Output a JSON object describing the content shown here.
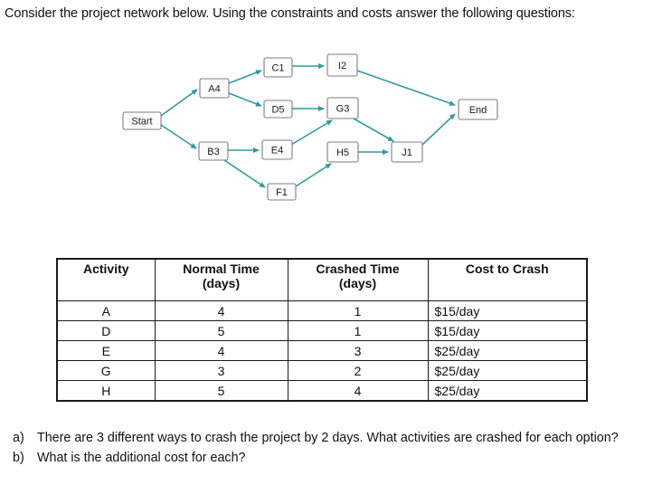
{
  "title": "Consider the project network below. Using the constraints and costs answer the following questions:",
  "network": {
    "nodes": [
      {
        "id": "start",
        "label": "Start"
      },
      {
        "id": "a4",
        "label": "A4"
      },
      {
        "id": "b3",
        "label": "B3"
      },
      {
        "id": "c1",
        "label": "C1"
      },
      {
        "id": "d5",
        "label": "D5"
      },
      {
        "id": "e4",
        "label": "E4"
      },
      {
        "id": "f1",
        "label": "F1"
      },
      {
        "id": "i2",
        "label": "I2"
      },
      {
        "id": "g3",
        "label": "G3"
      },
      {
        "id": "h5",
        "label": "H5"
      },
      {
        "id": "j1",
        "label": "J1"
      },
      {
        "id": "end",
        "label": "End"
      }
    ],
    "edges": [
      {
        "from": "Start",
        "to": "A4"
      },
      {
        "from": "Start",
        "to": "B3"
      },
      {
        "from": "A4",
        "to": "C1"
      },
      {
        "from": "A4",
        "to": "D5"
      },
      {
        "from": "C1",
        "to": "I2"
      },
      {
        "from": "D5",
        "to": "G3"
      },
      {
        "from": "B3",
        "to": "E4"
      },
      {
        "from": "B3",
        "to": "F1"
      },
      {
        "from": "E4",
        "to": "G3"
      },
      {
        "from": "F1",
        "to": "H5"
      },
      {
        "from": "G3",
        "to": "J1"
      },
      {
        "from": "H5",
        "to": "J1"
      },
      {
        "from": "I2",
        "to": "End"
      },
      {
        "from": "J1",
        "to": "End"
      }
    ]
  },
  "table": {
    "headers": [
      {
        "line1": "Activity",
        "line2": ""
      },
      {
        "line1": "Normal Time",
        "line2": "(days)"
      },
      {
        "line1": "Crashed Time",
        "line2": "(days)"
      },
      {
        "line1": "Cost to Crash",
        "line2": ""
      }
    ],
    "rows": [
      {
        "activity": "A",
        "normal": "4",
        "crashed": "1",
        "cost": "$15/day"
      },
      {
        "activity": "D",
        "normal": "5",
        "crashed": "1",
        "cost": "$15/day"
      },
      {
        "activity": "E",
        "normal": "4",
        "crashed": "3",
        "cost": "$25/day"
      },
      {
        "activity": "G",
        "normal": "3",
        "crashed": "2",
        "cost": "$25/day"
      },
      {
        "activity": "H",
        "normal": "5",
        "crashed": "4",
        "cost": "$25/day"
      }
    ]
  },
  "questions": [
    {
      "label": "a)",
      "text": "There are 3 different ways to crash the project by 2 days. What activities are crashed for each option?"
    },
    {
      "label": "b)",
      "text": "What is the additional cost for each?"
    }
  ],
  "colors": {
    "edge": "#339a9a",
    "node_border": "#7f7f7f",
    "node_fill": "#fcfcfc",
    "table_border": "#1a1a1a"
  }
}
